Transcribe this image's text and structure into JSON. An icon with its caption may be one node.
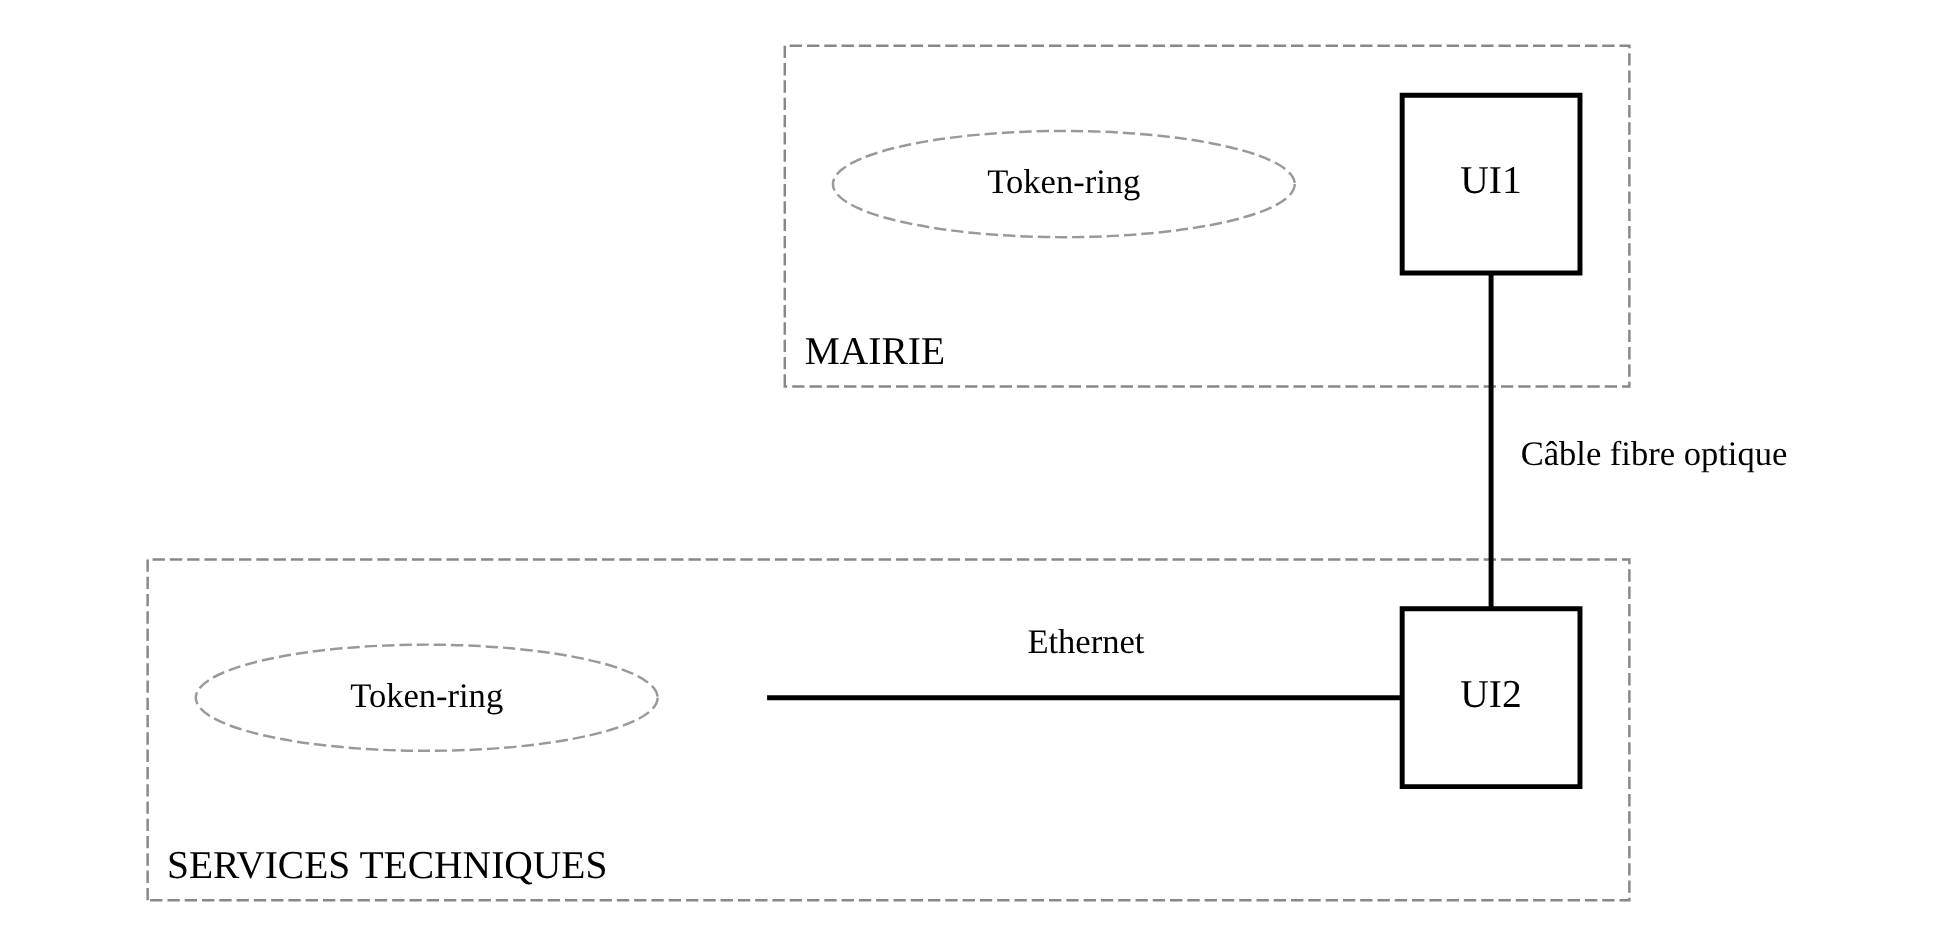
{
  "diagram": {
    "nodes": [
      {
        "text": [
          "MAIRIE"
        ]
      },
      {
        "text": [
          "UI1"
        ],
        "in": 0
      },
      {
        "text": [
          "Token-ring"
        ],
        "in": 0
      },
      {
        "text": [
          "SERVICES TECHNIQUES"
        ]
      },
      {
        "text": [
          "UI2"
        ],
        "in": 3
      },
      {
        "text": [
          "Token-ring"
        ],
        "in": 3
      }
    ],
    "edges": [
      {
        "from": 1,
        "to": 4,
        "arrow": "none",
        "label": "Câble fibre optique"
      },
      {
        "from": null,
        "to": 4,
        "arrow": "none",
        "label": "Ethernet"
      }
    ]
  }
}
